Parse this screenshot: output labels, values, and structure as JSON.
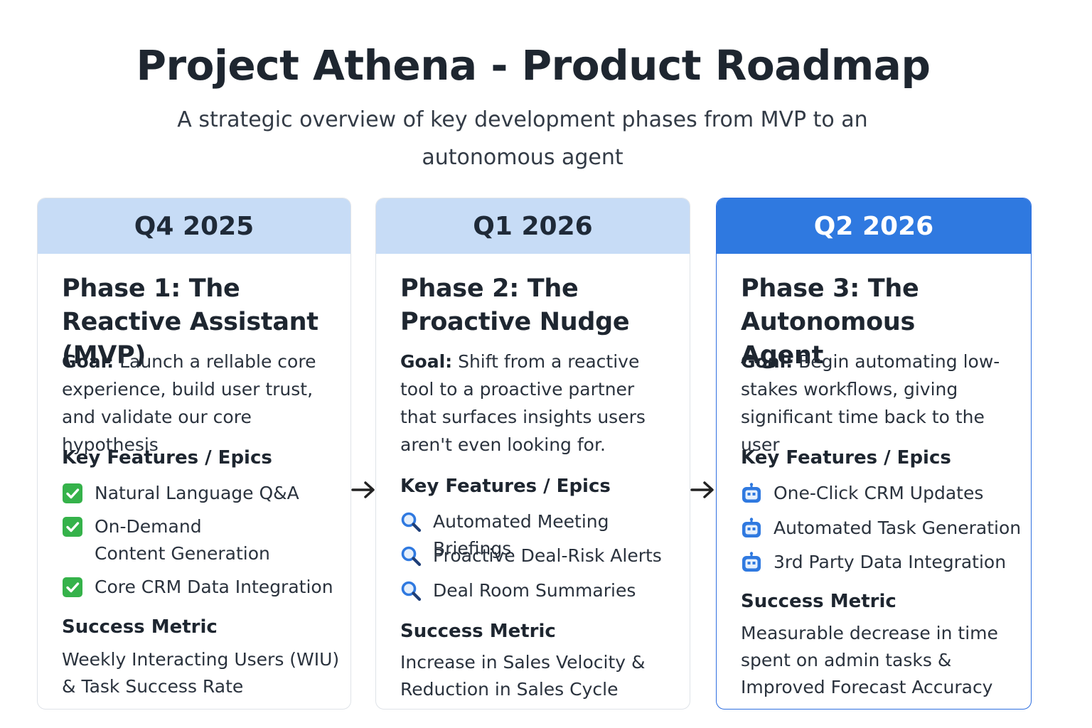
{
  "header": {
    "title": "Project Athena - Product Roadmap",
    "subtitle": "A strategic overview of key development phases from MVP to an autonomous agent"
  },
  "phases": [
    {
      "quarter": "Q4 2025",
      "title": "Phase 1: The Reactive Assistant (MVP)",
      "goal_label": "Goal:",
      "goal": "Launch a rellable core experience, build user trust, and validate our core hypothesis",
      "features_heading": "Key Features / Epics",
      "features": [
        "Natural Language Q&A",
        "On-Demand Content Generation",
        "Core CRM Data Integration"
      ],
      "feature_icon": "check-icon",
      "metric_heading": "Success Metric",
      "metric": "Weekly Interacting Users (WIU) & Task Success Rate"
    },
    {
      "quarter": "Q1 2026",
      "title": "Phase 2: The Proactive Nudge",
      "goal_label": "Goal:",
      "goal": "Shift from a reactive tool to a proactive partner that surfaces insights users aren't even looking for.",
      "features_heading": "Key Features / Epics",
      "features": [
        "Automated Meeting Briefings",
        "Proactive Deal-Risk Alerts",
        "Deal Room Summaries"
      ],
      "feature_icon": "search-icon",
      "metric_heading": "Success Metric",
      "metric": "Increase in Sales Velocity & Reduction in Sales Cycle Len/th"
    },
    {
      "quarter": "Q2 2026",
      "title": "Phase 3: The Autonomous Agent",
      "goal_label": "Goal:",
      "goal": "Begin automating low-stakes workflows, giving significant time back to the user",
      "features_heading": "Key Features / Epics",
      "features": [
        "One-Click CRM Updates",
        "Automated Task Generation",
        "3rd Party Data Integration"
      ],
      "feature_icon": "robot-icon",
      "metric_heading": "Success Metric",
      "metric": "Measurable decrease in time spent on admin tasks & Improved Forecast Accuracy"
    }
  ],
  "colors": {
    "header_light": "#c7dcf6",
    "header_active": "#2f79e0",
    "check_green": "#35b24a",
    "search_blue": "#2f79e0"
  }
}
